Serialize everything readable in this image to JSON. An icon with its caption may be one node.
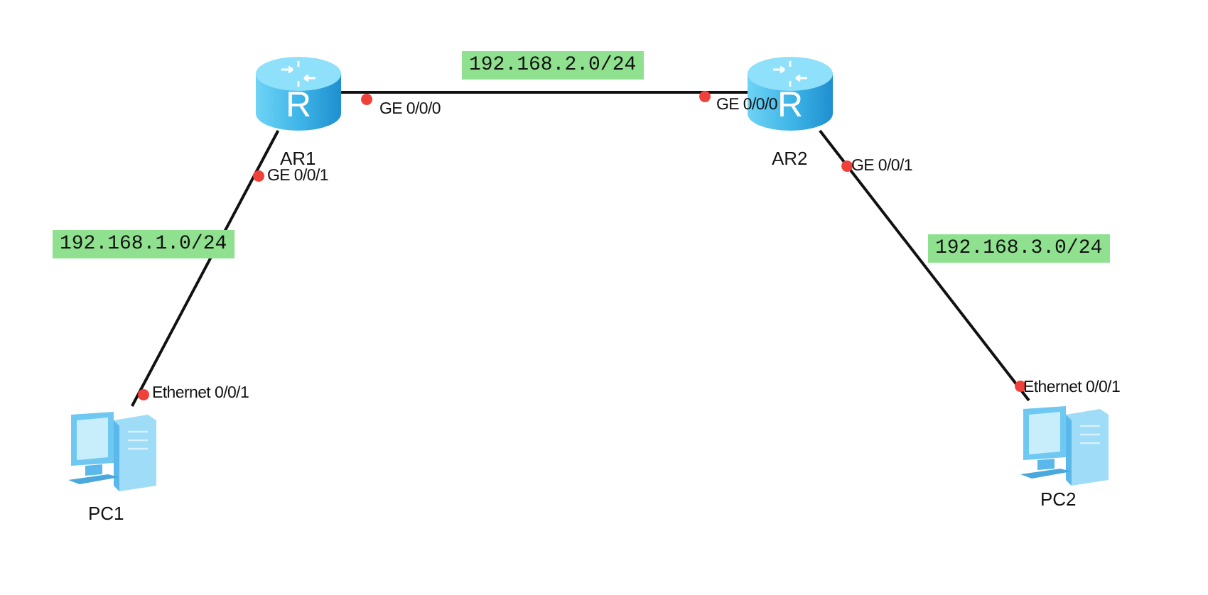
{
  "diagram": {
    "nodes": [
      {
        "text": [
          "R",
          "AR1"
        ]
      },
      {
        "text": [
          "R",
          "AR2"
        ]
      },
      {
        "text": [
          "PC1"
        ]
      },
      {
        "text": [
          "PC2"
        ]
      }
    ],
    "edges": [
      {
        "from": 0,
        "to": 1,
        "arrow": "none",
        "label": "192.168.2.0/24"
      },
      {
        "from": 0,
        "to": 2,
        "arrow": "none",
        "label": "192.168.1.0/24"
      },
      {
        "from": 1,
        "to": 3,
        "arrow": "none",
        "label": "192.168.3.0/24"
      }
    ],
    "labels": [
      "GE 0/0/0",
      "GE 0/0/0",
      "GE 0/0/1",
      "Ethernet 0/0/1",
      "GE 0/0/1",
      "Ethernet 0/0/1"
    ]
  }
}
